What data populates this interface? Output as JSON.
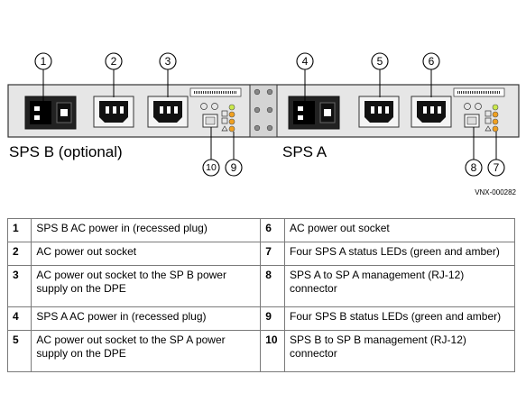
{
  "callouts": [
    "1",
    "2",
    "3",
    "4",
    "5",
    "6",
    "7",
    "8",
    "9",
    "10"
  ],
  "panel_labels": {
    "sps_b": "SPS B (optional)",
    "sps_a": "SPS A"
  },
  "figure_id": "VNX-000282",
  "legend": [
    {
      "num": "1",
      "text": "SPS B AC power in (recessed plug)"
    },
    {
      "num": "2",
      "text": "AC power out socket"
    },
    {
      "num": "3",
      "text": "AC power out socket to the SP B power supply on the DPE"
    },
    {
      "num": "4",
      "text": "SPS A AC power in (recessed plug)"
    },
    {
      "num": "5",
      "text": "AC power out socket to the SP A power supply on the DPE"
    },
    {
      "num": "6",
      "text": "AC power out socket"
    },
    {
      "num": "7",
      "text": "Four SPS A status LEDs (green and amber)"
    },
    {
      "num": "8",
      "text": "SPS A to SP A management (RJ-12) connector"
    },
    {
      "num": "9",
      "text": "Four SPS B status LEDs (green and amber)"
    },
    {
      "num": "10",
      "text": "SPS B to SP B management (RJ-12) connector"
    }
  ],
  "colors": {
    "led_green": "#c9e84a",
    "led_amber": "#f0a020",
    "panel_fill": "#e6e6e6",
    "panel_stroke": "#333333"
  }
}
